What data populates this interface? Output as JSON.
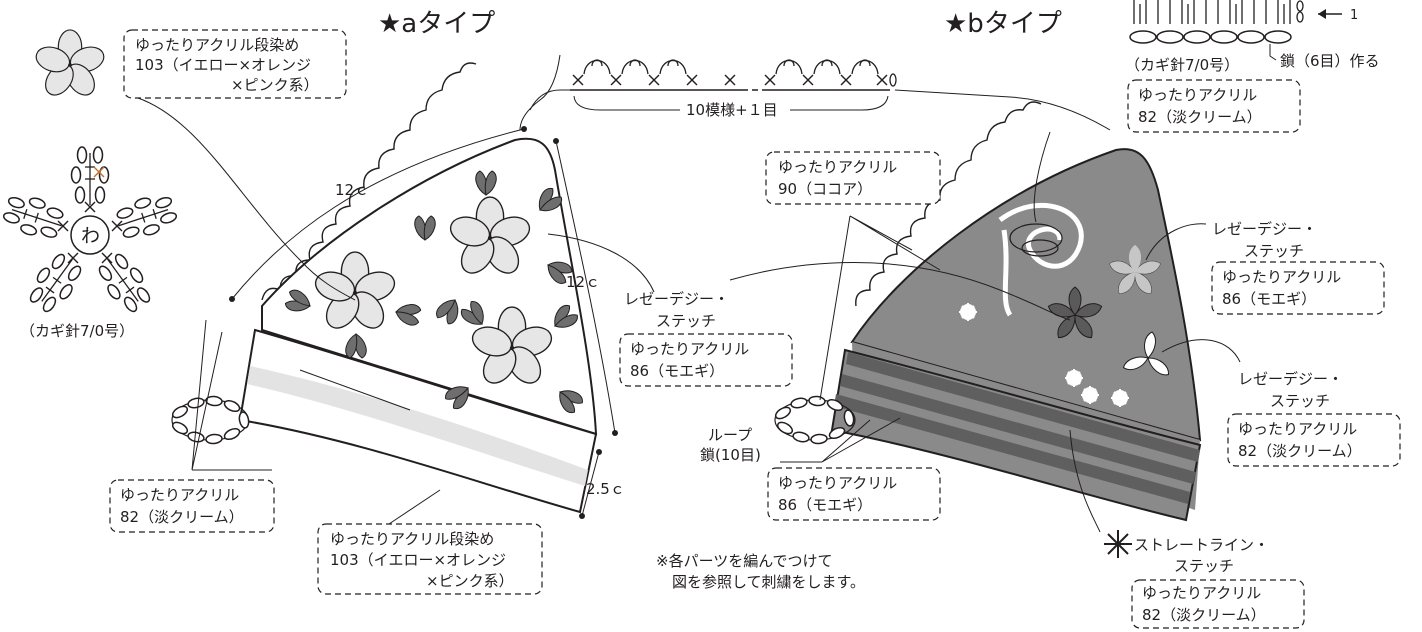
{
  "titles": {
    "a": "★aタイプ",
    "b": "★bタイプ"
  },
  "colors": {
    "outline": "#231f20",
    "type_a_fill": "#ffffff",
    "type_a_stripe": "#e3e3e3",
    "type_b_fill": "#8a8a8a",
    "type_b_stripe": "#5f5f5f",
    "flower_a_fill": "#e6e6e6",
    "leaf_dark": "#6e6e6e",
    "leaf_light": "#c6c6c6",
    "cream": "#ffffff"
  },
  "stitch_chart": {
    "label": "10模様+１目"
  },
  "flower_motif": {
    "center": "わ",
    "hook": "（カギ針7/0号）"
  },
  "stem_chart": {
    "row_marker": "1",
    "chain_label": "鎖（6目）作る",
    "hook": "（カギ針7/0号）"
  },
  "labels": {
    "a_flower_yarn": [
      "ゆったりアクリル段染め",
      "103（イエロー×オレンジ",
      "×ピンク系）"
    ],
    "a_bottom_yarn": [
      "ゆったりアクリル段染め",
      "103（イエロー×オレンジ",
      "×ピンク系）"
    ],
    "a_loop_yarn": [
      "ゆったりアクリル",
      "82（淡クリーム）"
    ],
    "a_lazy_daisy": [
      "レゼーデジー・",
      "ステッチ"
    ],
    "a_lazy_daisy_yarn": [
      "ゆったりアクリル",
      "86（モエギ）"
    ],
    "b_top_yarn": [
      "ゆったりアクリル",
      "82（淡クリーム）"
    ],
    "b_body_yarn": [
      "ゆったりアクリル",
      "90（ココア）"
    ],
    "b_daisy1": [
      "レゼーデジー・",
      "ステッチ"
    ],
    "b_daisy1_yarn": [
      "ゆったりアクリル",
      "86（モエギ）"
    ],
    "b_daisy2": [
      "レゼーデジー・",
      "ステッチ"
    ],
    "b_daisy2_yarn": [
      "ゆったりアクリル",
      "82（淡クリーム）"
    ],
    "b_loop": [
      "ループ",
      "鎖(10目)"
    ],
    "b_stripe_yarn": [
      "ゆったりアクリル",
      "86（モエギ）"
    ],
    "b_straight": [
      "ストレートライン・",
      "ステッチ"
    ],
    "b_straight_yarn": [
      "ゆったりアクリル",
      "82（淡クリーム）"
    ]
  },
  "dimensions": {
    "a_left_side": "12ｃ",
    "a_right_side": "12ｃ",
    "a_band": "2.5ｃ"
  },
  "note": [
    "※各パーツを編んでつけて",
    "図を参照して刺繍をします。"
  ]
}
